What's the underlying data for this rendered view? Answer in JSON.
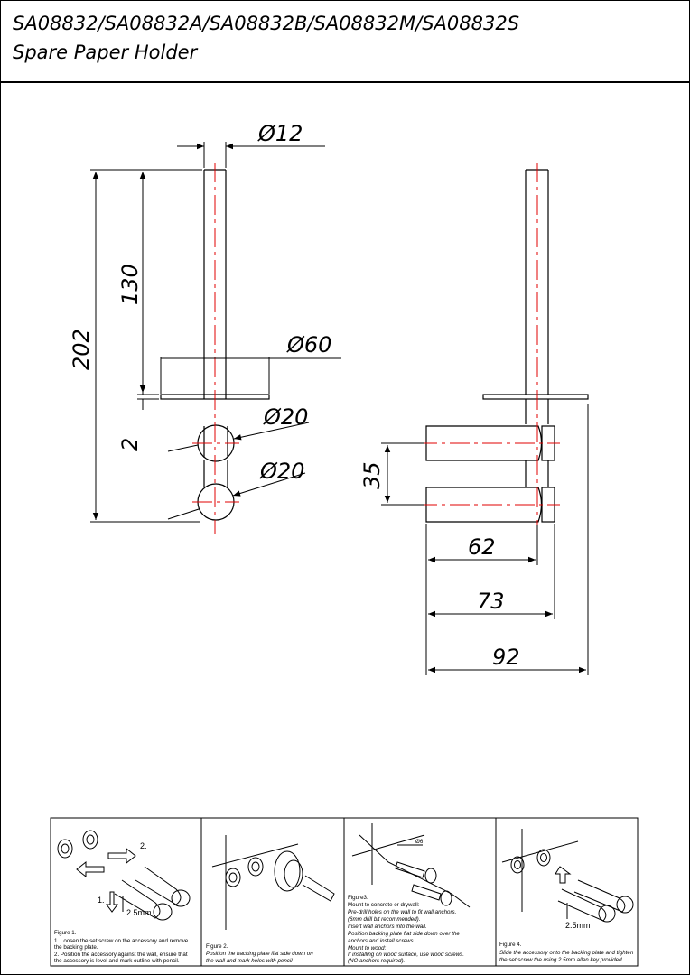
{
  "header": {
    "line1": "SA08832/SA08832A/SA08832B/SA08832M/SA08832S",
    "line2": "Spare Paper Holder"
  },
  "dimensions": {
    "d12": "Ø12",
    "d60": "Ø60",
    "d20a": "Ø20",
    "d20b": "Ø20",
    "h202": "202",
    "h130": "130",
    "h2": "2",
    "h35": "35",
    "w62": "62",
    "w73": "73",
    "w92": "92"
  },
  "instructions": {
    "fig1": {
      "step_labels": [
        "1.",
        "2."
      ],
      "key_label": "2.5mm",
      "title": "Figure 1.",
      "lines": [
        "1.     Loosen the set screw on the accessory and remove",
        "        the backing plate.",
        "2.     Position the accessory against the wall, ensure that",
        "        the accessory is level and mark outline with pencil."
      ]
    },
    "fig2": {
      "title": "Figure 2.",
      "lines": [
        "Position the backing plate flat side down on",
        "the wall and mark holes with pencil"
      ]
    },
    "fig3": {
      "drill_label": "Ø6",
      "title": "Figure3.",
      "lines": [
        "Mount to concrete or drywall:",
        "Pre-drill holes on the wall to fit wall anchors.",
        "(6mm drill bit recommended).",
        "Insert wall anchors into the wall.",
        "Position backing plate flat side down over the",
        "anchors and install screws.",
        "Mount to wood:",
        "If installing on wood surface, use wood screws.",
        "(NO anchors required)."
      ]
    },
    "fig4": {
      "key_label": "2.5mm",
      "title": "Figure 4.",
      "lines": [
        "Slide the accessory onto the backing plate and tighten",
        "the set screw the using 2.5mm allen key provided ."
      ]
    }
  },
  "colors": {
    "line": "#000000",
    "centerline": "#e00000"
  }
}
